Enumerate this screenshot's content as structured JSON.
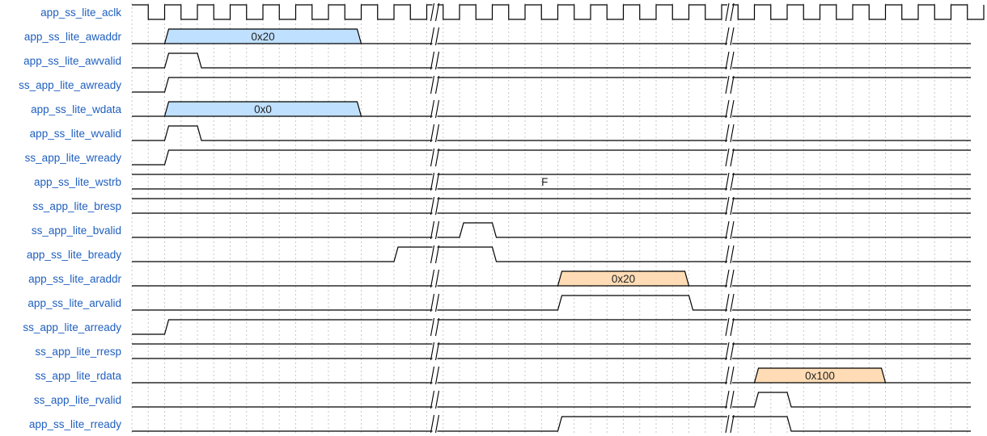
{
  "colors": {
    "label": "#1f5fbf",
    "write_bus_fill": "#bfe0ff",
    "read_bus_fill": "#ffdcb5",
    "line": "#000000",
    "grid": "#c8c8c8"
  },
  "gap_after_cycles": [
    9,
    18
  ],
  "signals": [
    {
      "name": "app_ss_lite_aclk",
      "kind": "clock",
      "cycles": 26
    },
    {
      "name": "app_ss_lite_awaddr",
      "kind": "bus",
      "segments": [
        {
          "from": 1,
          "to": 7,
          "label": "0x20",
          "fill": "write"
        }
      ]
    },
    {
      "name": "app_ss_lite_awvalid",
      "kind": "level",
      "high": [
        [
          1,
          2
        ]
      ]
    },
    {
      "name": "ss_app_lite_awready",
      "kind": "level",
      "high": [
        [
          1,
          26
        ]
      ]
    },
    {
      "name": "app_ss_lite_wdata",
      "kind": "bus",
      "segments": [
        {
          "from": 1,
          "to": 7,
          "label": "0x0",
          "fill": "write"
        }
      ]
    },
    {
      "name": "app_ss_lite_wvalid",
      "kind": "level",
      "high": [
        [
          1,
          2
        ]
      ]
    },
    {
      "name": "ss_app_lite_wready",
      "kind": "level",
      "high": [
        [
          1,
          26
        ]
      ]
    },
    {
      "name": "app_ss_lite_wstrb",
      "kind": "bus",
      "segments": [
        {
          "from": 0,
          "to": 26,
          "label": "F",
          "fill": "none"
        }
      ]
    },
    {
      "name": "ss_app_lite_bresp",
      "kind": "bus",
      "segments": [
        {
          "from": 0,
          "to": 26,
          "label": "",
          "fill": "none"
        }
      ]
    },
    {
      "name": "ss_app_lite_bvalid",
      "kind": "level",
      "high": [
        [
          10,
          11
        ]
      ]
    },
    {
      "name": "app_ss_lite_bready",
      "kind": "level",
      "high": [
        [
          8,
          11
        ]
      ]
    },
    {
      "name": "app_ss_lite_araddr",
      "kind": "bus",
      "segments": [
        {
          "from": 13,
          "to": 17,
          "label": "0x20",
          "fill": "read"
        }
      ]
    },
    {
      "name": "app_ss_lite_arvalid",
      "kind": "level",
      "high": [
        [
          13,
          17
        ]
      ]
    },
    {
      "name": "ss_app_lite_arready",
      "kind": "level",
      "high": [
        [
          1,
          26
        ]
      ]
    },
    {
      "name": "ss_app_lite_rresp",
      "kind": "bus",
      "segments": [
        {
          "from": 0,
          "to": 26,
          "label": "",
          "fill": "none"
        }
      ]
    },
    {
      "name": "ss_app_lite_rdata",
      "kind": "bus",
      "segments": [
        {
          "from": 19,
          "to": 23,
          "label": "0x100",
          "fill": "read"
        }
      ]
    },
    {
      "name": "ss_app_lite_rvalid",
      "kind": "level",
      "high": [
        [
          19,
          20
        ]
      ]
    },
    {
      "name": "app_ss_lite_rready",
      "kind": "level",
      "high": [
        [
          13,
          20
        ]
      ]
    }
  ]
}
